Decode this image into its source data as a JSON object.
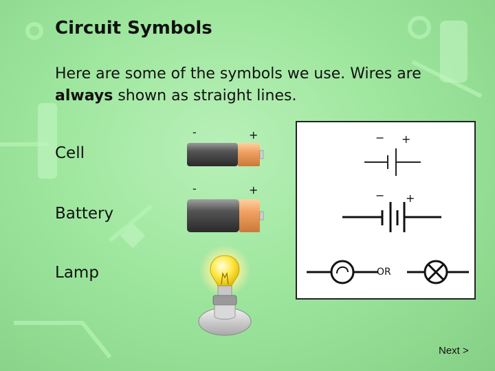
{
  "slide": {
    "title": "Circuit Symbols",
    "intro_before": "Here are some of the symbols we use. Wires are ",
    "intro_emph": "always",
    "intro_after": " shown as straight lines."
  },
  "rows": [
    {
      "label": "Cell",
      "minus": "-",
      "plus": "+"
    },
    {
      "label": "Battery",
      "minus": "-",
      "plus": "+"
    },
    {
      "label": "Lamp"
    }
  ],
  "symbols": {
    "cell": {
      "minus": "−",
      "plus": "+"
    },
    "battery": {
      "minus": "−",
      "plus": "+"
    },
    "lamp_or": "OR"
  },
  "nav": {
    "next_label": "Next >"
  },
  "colors": {
    "background": "#9ee69e",
    "cell_body": "#555555",
    "cell_cap": "#f0a060",
    "bulb": "#ffe94a",
    "lamp_base": "#d8d8d8"
  }
}
